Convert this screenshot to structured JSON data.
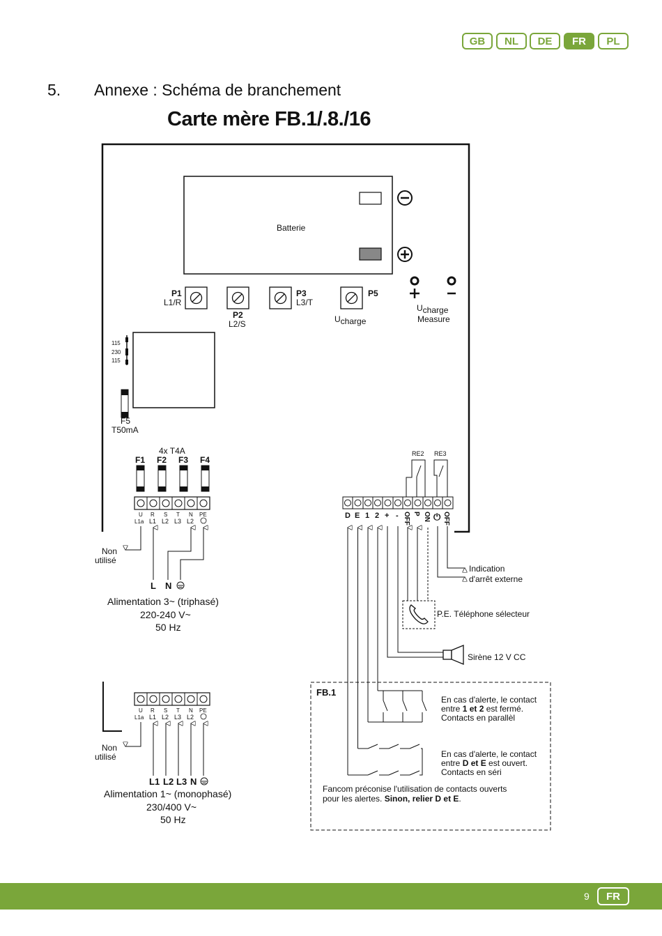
{
  "header": {
    "languages": [
      {
        "label": "GB",
        "active": false
      },
      {
        "label": "NL",
        "active": false
      },
      {
        "label": "DE",
        "active": false
      },
      {
        "label": "FR",
        "active": true
      },
      {
        "label": "PL",
        "active": false
      }
    ],
    "section_number": "5.",
    "section_title": "Annexe : Schéma de branchement",
    "main_title": "Carte mère FB.1/.8./16"
  },
  "board": {
    "battery_label": "Batterie",
    "pots": {
      "p1": "P1",
      "p1_sub": "L1/R",
      "p2": "P2",
      "p2_sub": "L2/S",
      "p3": "P3",
      "p3_sub": "L3/T",
      "p5": "P5",
      "ucharge_u": "U",
      "ucharge_sub": "charge",
      "ucharge_measure_u": "U",
      "ucharge_measure_sub": "charge",
      "measure": "Measure"
    },
    "voltage_selector": [
      "115",
      "230",
      "115"
    ],
    "fuse_f5": "F5",
    "fuse_f5_rating": "T50mA",
    "fuses_rating": "4x T4A",
    "fuses": [
      "F1",
      "F2",
      "F3",
      "F4"
    ]
  },
  "power": {
    "terminal_top": [
      "U",
      "R",
      "S",
      "T",
      "N",
      "PE"
    ],
    "terminal_bottom": [
      "L1a",
      "L1",
      "L2",
      "L3",
      "L2",
      ""
    ],
    "non_utilise": "Non",
    "non_utilise_2": "utilisé",
    "three_phase": {
      "wires": [
        "L",
        "N"
      ],
      "line1": "Alimentation 3~ (triphasé)",
      "line2": "220-240 V~",
      "line3": "50 Hz"
    },
    "single_phase": {
      "wires": [
        "L1",
        "L2",
        "L3",
        "N"
      ],
      "line1": "Alimentation 1~ (monophasé)",
      "line2": "230/400 V~",
      "line3": "50 Hz"
    }
  },
  "relay_block": {
    "relays": [
      "RE2",
      "RE3"
    ],
    "terminals": [
      "D",
      "E",
      "1",
      "2",
      "+",
      "-",
      "OFF",
      "P",
      "ON",
      "⏻",
      "OFF"
    ],
    "indication_1": "Indication",
    "indication_2": "d'arrêt externe",
    "phone": "P.E. Téléphone sélecteur",
    "siren": "Sirène 12 V CC"
  },
  "fb1": {
    "title": "FB.1",
    "parallel_1": "En cas d'alerte, le contact",
    "parallel_2_pre": "entre ",
    "parallel_2_bold": "1 et 2",
    "parallel_2_post": " est fermé.",
    "parallel_3": "Contacts en parallèl",
    "serial_1": "En cas d'alerte, le contact",
    "serial_2_pre": "entre ",
    "serial_2_bold": "D et E",
    "serial_2_post": " est ouvert.",
    "serial_3": "Contacts en séri",
    "note_1": "Fancom préconise l'utilisation de contacts ouverts",
    "note_2_pre": "pour les alertes. ",
    "note_2_bold": "Sinon, relier D et E",
    "note_2_post": "."
  },
  "footer": {
    "page_number": "9",
    "language": "FR"
  },
  "colors": {
    "accent": "#7aa63a"
  }
}
